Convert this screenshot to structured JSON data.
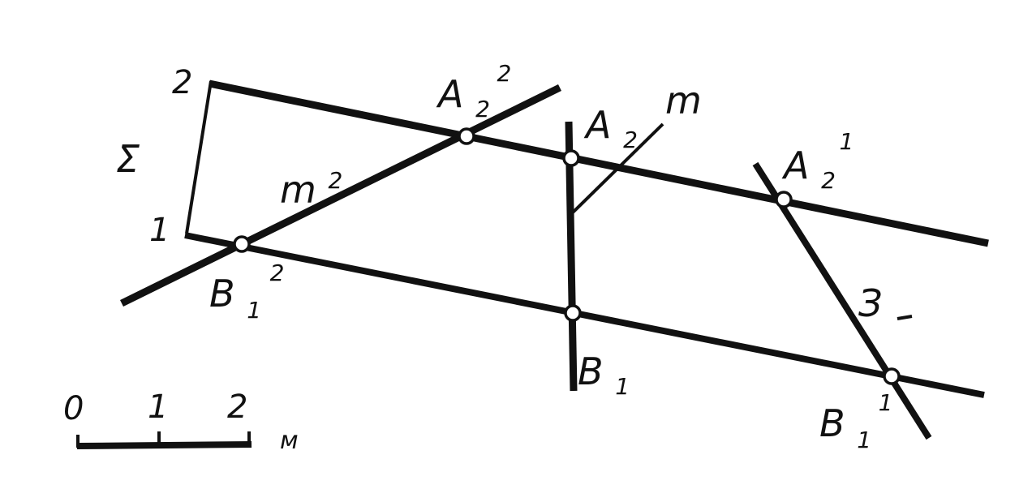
{
  "diagram": {
    "colors": {
      "ink": "#111111",
      "paper": "#ffffff"
    },
    "plane_label": "Σ",
    "level_labels": {
      "upper": "2",
      "lower": "1"
    },
    "line_m2": {
      "base": "m",
      "sup": "2"
    },
    "line_m": {
      "base": "m"
    },
    "line_mark": "З",
    "points": {
      "A2_sup2": {
        "base": "A",
        "sub": "2",
        "sup": "2"
      },
      "A2": {
        "base": "A",
        "sub": "2"
      },
      "A2_sup1": {
        "base": "A",
        "sub": "2",
        "sup": "1"
      },
      "B1_sup2": {
        "base": "B",
        "sub": "1",
        "sup": "2"
      },
      "B1": {
        "base": "B",
        "sub": "1"
      },
      "B1_sup1": {
        "base": "B",
        "sub": "1",
        "sup": "1"
      }
    },
    "scale": {
      "ticks": [
        "0",
        "1",
        "2"
      ],
      "unit": "м"
    }
  }
}
